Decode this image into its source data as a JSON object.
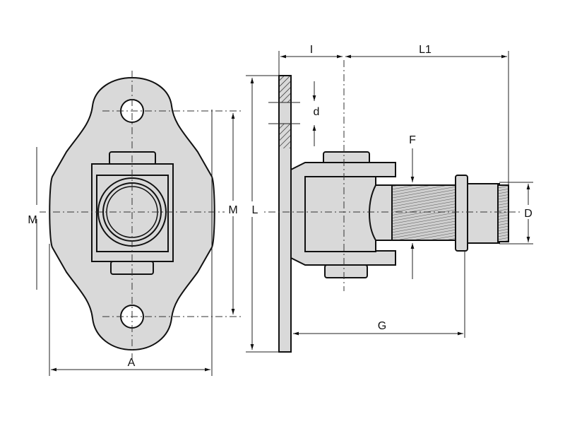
{
  "diagram": {
    "labels": {
      "A": "A",
      "M": "M",
      "M_partial": "M",
      "L": "L",
      "I": "I",
      "L1": "L1",
      "d": "d",
      "F": "F",
      "D": "D",
      "G": "G"
    },
    "colors": {
      "fill": "#d9d9d9",
      "line": "#111111"
    }
  }
}
